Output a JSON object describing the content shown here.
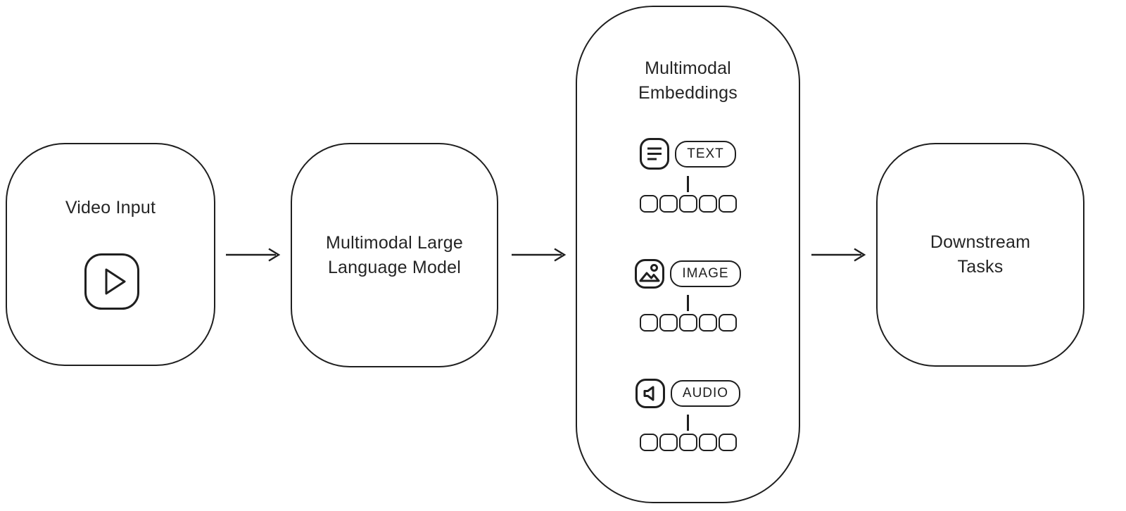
{
  "canvas": {
    "background": "#ffffff",
    "stroke_color": "#1f1f1f",
    "text_color": "#252525"
  },
  "nodes": {
    "video_input": {
      "label": "Video Input",
      "icon": "play-icon"
    },
    "mllm": {
      "label_line1": "Multimodal Large",
      "label_line2": "Language Model"
    },
    "embeddings": {
      "title_line1": "Multimodal",
      "title_line2": "Embeddings",
      "modalities": [
        {
          "label": "TEXT",
          "icon": "text-lines-icon",
          "token_count": 5
        },
        {
          "label": "IMAGE",
          "icon": "image-icon",
          "token_count": 5
        },
        {
          "label": "AUDIO",
          "icon": "speaker-icon",
          "token_count": 5
        }
      ]
    },
    "downstream": {
      "label_line1": "Downstream",
      "label_line2": "Tasks"
    }
  },
  "icons": {
    "play": "play-icon",
    "text": "text-lines-icon",
    "image": "image-icon",
    "audio": "speaker-icon",
    "flow": "arrow-right-icon"
  }
}
